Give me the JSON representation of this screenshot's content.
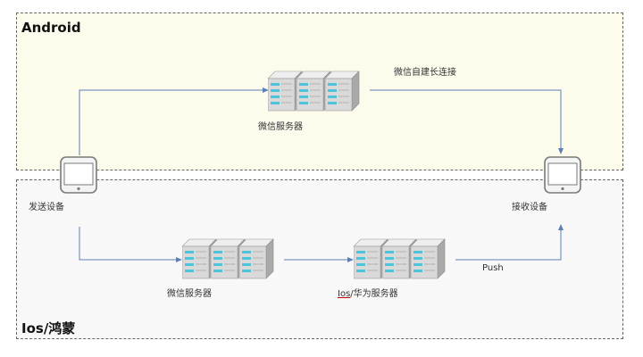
{
  "regions": {
    "android_title": "Android",
    "ios_title": "Ios/鸿蒙"
  },
  "labels": {
    "wechat_server_top": "微信服务器",
    "wechat_server_bottom": "微信服务器",
    "ios_server_prefix": "Ios",
    "ios_server_rest": "/华为服务器",
    "long_connection": "微信自建长连接",
    "send_device": "发送设备",
    "receive_device": "接收设备",
    "push": "Push"
  },
  "icons": {
    "server": "server-rack-icon",
    "device": "tablet-device-icon"
  },
  "colors": {
    "android_bg": "#fdfbec",
    "ios_bg": "#f8f8f8",
    "connector": "#5b7fb8",
    "server_body": "#d9d9d9",
    "server_light": "#4fc3d9"
  }
}
